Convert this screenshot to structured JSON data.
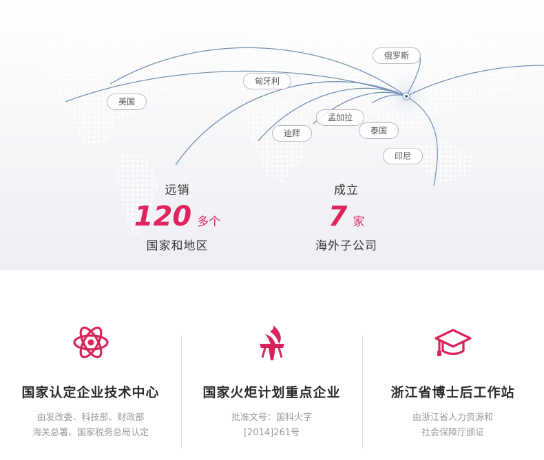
{
  "map": {
    "tags": {
      "russia": "俄罗斯",
      "hungary": "匈牙利",
      "usa": "美国",
      "bangladesh": "孟加拉",
      "dubai": "迪拜",
      "thailand": "泰国",
      "indonesia": "印尼"
    }
  },
  "stats": {
    "export": {
      "label": "远销",
      "number": "120",
      "unit": "多个",
      "desc": "国家和地区"
    },
    "subsidiaries": {
      "label": "成立",
      "number": "7",
      "unit": "家",
      "desc": "海外子公司"
    }
  },
  "cards": [
    {
      "icon": "atom-icon",
      "title": "国家认定企业技术中心",
      "desc1": "由发改委、科技部、财政部",
      "desc2": "海关总署、国家税务总局认定"
    },
    {
      "icon": "torch-icon",
      "title": "国家火炬计划重点企业",
      "desc1": "批准文号：国科火字",
      "desc2": "[2014]261号"
    },
    {
      "icon": "graduation-cap-icon",
      "title": "浙江省博士后工作站",
      "desc1": "由浙江省人力资源和",
      "desc2": "社会保障厅颁证"
    }
  ],
  "colors": {
    "accent": "#e0245e",
    "route": "#5b7fa8"
  }
}
